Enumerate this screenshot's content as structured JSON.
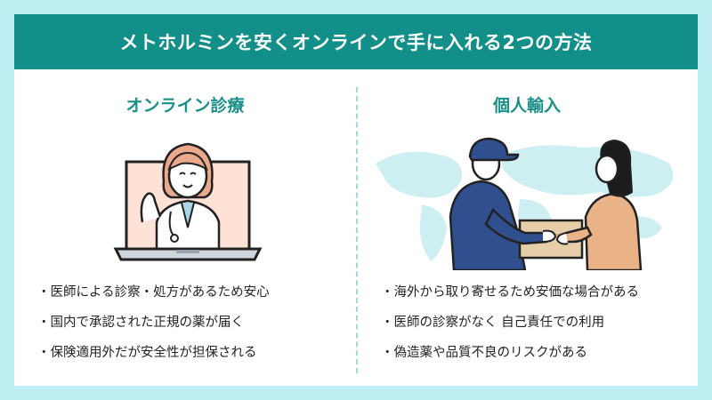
{
  "header": {
    "title": "メトホルミンを安くオンラインで手に入れる2つの方法"
  },
  "left": {
    "heading": "オンライン診療",
    "bullets": [
      "・医師による診察・処方があるため安心",
      "・国内で承認された正規の薬が届く",
      "・保険適用外だが安全性が担保される"
    ]
  },
  "right": {
    "heading": "個人輸入",
    "bullets": [
      "・海外から取り寄せるため安価な場合がある",
      "・医師の診察がなく 自己責任での利用",
      "・偽造薬や品質不良のリスクがある"
    ]
  },
  "colors": {
    "page_background": "#bfeef2",
    "banner": "#138f8a",
    "heading": "#1d8f8a",
    "map": "#cdeff2"
  },
  "icons": {
    "left_illustration": "laptop-with-doctor-icon",
    "right_illustration": "courier-delivering-package-icon"
  }
}
